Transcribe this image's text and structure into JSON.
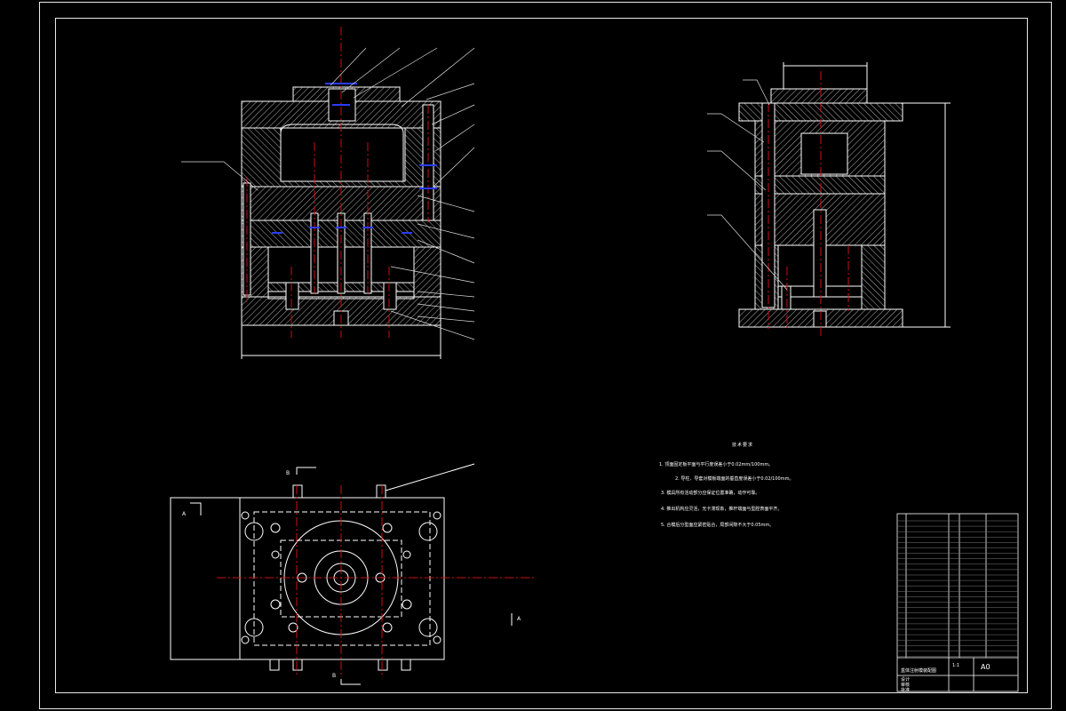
{
  "notes": {
    "title": "技术要求",
    "items": [
      "1. 顶面固定板平面与平行度误差小于0.02mm/100mm。",
      "2. 导柱、导套对模板端面的垂直度误差小于0.02/100mm。",
      "3. 模具所有活动部分应保证位置准确，动作可靠。",
      "4. 推出机构应灵活，无卡滞现象，推杆端面与型腔表面平齐。",
      "5. 合模后分型面应紧密贴合，局部间隙不大于0.05mm。"
    ]
  },
  "title_block": {
    "drawing_name": "盒体注射模装配图",
    "scale": "1:1",
    "sheet_size": "A0",
    "designer_label": "设计",
    "checker_label": "审核",
    "approver_label": "批准"
  },
  "section_marks": {
    "top": "B",
    "bottom": "B",
    "left": "A",
    "right": "A"
  },
  "colors": {
    "background": "#000000",
    "lines": "#ffffff",
    "centerlines": "#cc1111",
    "highlight": "#2a3cff"
  }
}
